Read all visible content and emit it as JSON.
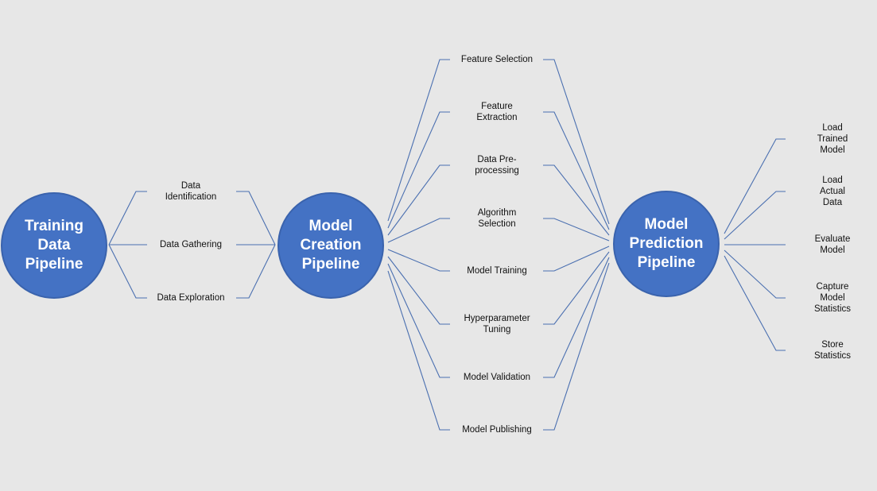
{
  "hubs": {
    "training": "Training\nData\nPipeline",
    "creation": "Model\nCreation\nPipeline",
    "prediction": "Model\nPrediction\nPipeline"
  },
  "training_steps": [
    "Data\nIdentification",
    "Data Gathering",
    "Data Exploration"
  ],
  "creation_steps": [
    "Feature Selection",
    "Feature\nExtraction",
    "Data Pre-\nprocessing",
    "Algorithm\nSelection",
    "Model Training",
    "Hyperparameter\nTuning",
    "Model Validation",
    "Model Publishing"
  ],
  "prediction_steps": [
    "Load Trained\nModel",
    "Load Actual Data",
    "Evaluate Model",
    "Capture Model\nStatistics",
    "Store Statistics"
  ],
  "colors": {
    "hub_fill": "#4472c4",
    "connector": "#4a6fb0",
    "background": "#e7e7e7"
  }
}
